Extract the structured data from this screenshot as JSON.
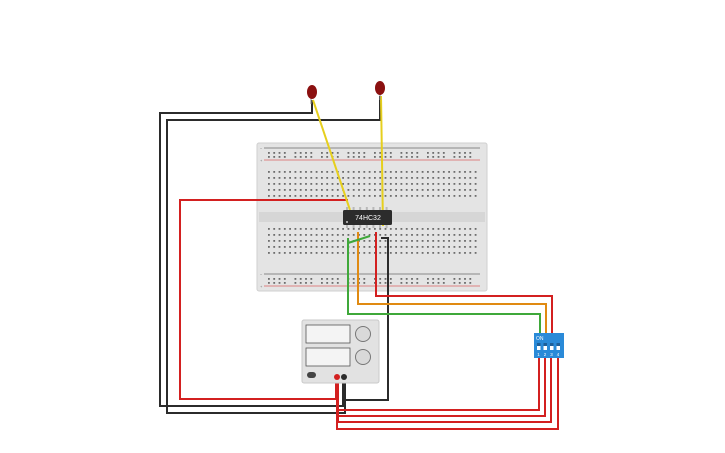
{
  "ic": {
    "part": "74HC32"
  },
  "dip_switch": {
    "on_label": "ON",
    "switch_numbers": [
      "1",
      "2",
      "3",
      "4"
    ]
  },
  "breadboard": {
    "rail_plus": "+",
    "rail_minus": "−"
  },
  "colors": {
    "wire_red": "#d32020",
    "wire_black": "#2b2b2b",
    "wire_yellow": "#e6cf1e",
    "wire_orange": "#e08a12",
    "wire_green": "#3fa83a",
    "led_red": "#8b1010",
    "dip_blue": "#2a8ad8",
    "ic_body": "#2c2c2c"
  }
}
